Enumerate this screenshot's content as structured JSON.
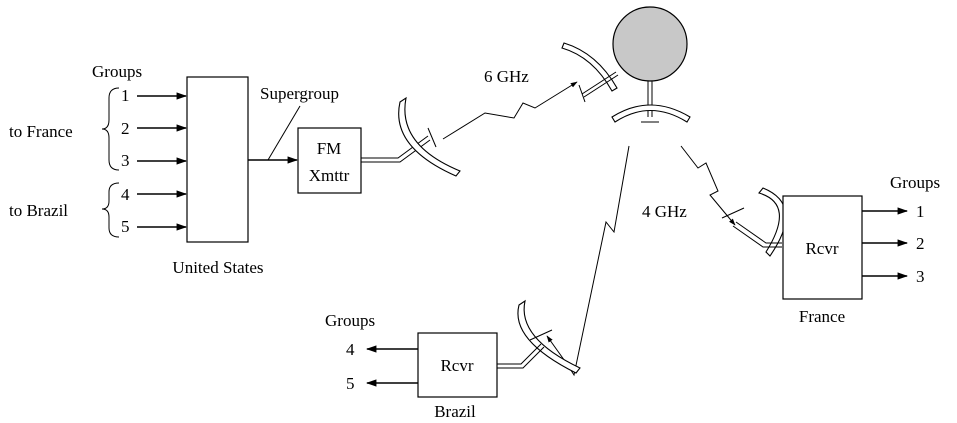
{
  "labels": {
    "groups_in": "Groups",
    "to_france": "to France",
    "to_brazil": "to Brazil",
    "in_1": "1",
    "in_2": "2",
    "in_3": "3",
    "in_4": "4",
    "in_5": "5",
    "united_states": "United States",
    "supergroup": "Supergroup",
    "fm": "FM",
    "xmttr": "Xmttr",
    "uplink": "6 GHz",
    "downlink": "4 GHz",
    "france_groups": "Groups",
    "france_rcvr": "Rcvr",
    "france_out_1": "1",
    "france_out_2": "2",
    "france_out_3": "3",
    "france": "France",
    "brazil_groups": "Groups",
    "brazil_rcvr": "Rcvr",
    "brazil_out_4": "4",
    "brazil_out_5": "5",
    "brazil": "Brazil"
  },
  "colors": {
    "ink": "#000000",
    "satellite_fill": "#c8c8c8",
    "background": "#ffffff"
  }
}
